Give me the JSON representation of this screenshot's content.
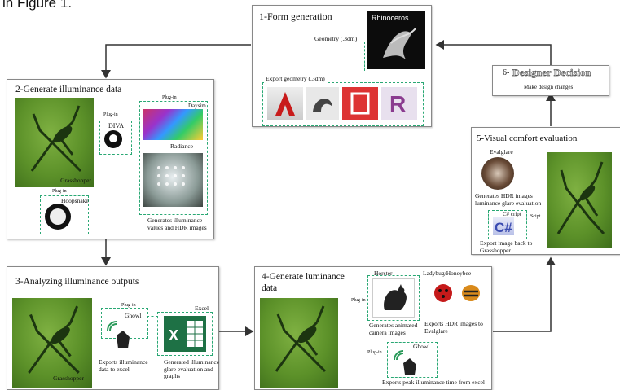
{
  "top_caption": "in Figure 1.",
  "box1": {
    "title": "1-Form generation",
    "geometry_label": "Geometry (.3dm)",
    "export_label": "Export geometry (.3dm)",
    "rhino_logo": "Rhinoceros"
  },
  "box2": {
    "title": "2-Generate illuminance data",
    "grasshopper": "Grasshopper",
    "plugin": "Plug-in",
    "diva": "DIVA",
    "plugin2": "Plug-in",
    "daysim": "Daysim",
    "radiance": "Radiance",
    "generates": "Generates illuminance\nvalues and HDR images",
    "plugin3": "Plug-in",
    "hoopsnake": "Hoopsnake"
  },
  "box3": {
    "title": "3-Analyzing illuminance outputs",
    "grasshopper": "Grasshopper",
    "plugin": "Plug-in",
    "ghowl": "Ghowl",
    "excel": "Excel",
    "exports": "Exports illuminance\ndata to excel",
    "generated": "Generated illuminance\nglare evaluation and\ngraphs"
  },
  "box4": {
    "title_line1": "4-Generate luminance",
    "title_line2": "data",
    "horster": "Horster",
    "ladybug": "Ladybug/Honeybee",
    "plugin1": "Plug-in",
    "plugin2": "Plug-in",
    "animated": "Generates animated\ncamera images",
    "exports_hdr": "Exports HDR images to\nEvalglare",
    "ghowl": "Ghowl",
    "peak": "Exports  peak illuminance time from excel"
  },
  "box5": {
    "title": "5-Visual comfort evaluation",
    "evalglare": "Evalglare",
    "generates": "Generates HDR images\nluminance glare evaluation",
    "csharp": "C# cript",
    "script": "Scipt",
    "export": "Export image back to\nGrasshopper"
  },
  "box6": {
    "number": "6-",
    "title": "Designer Decision",
    "subtitle": "Make design changes"
  },
  "colors": {
    "dash": "#2aa874",
    "grass": "#5c9129",
    "arrow": "#333333"
  }
}
